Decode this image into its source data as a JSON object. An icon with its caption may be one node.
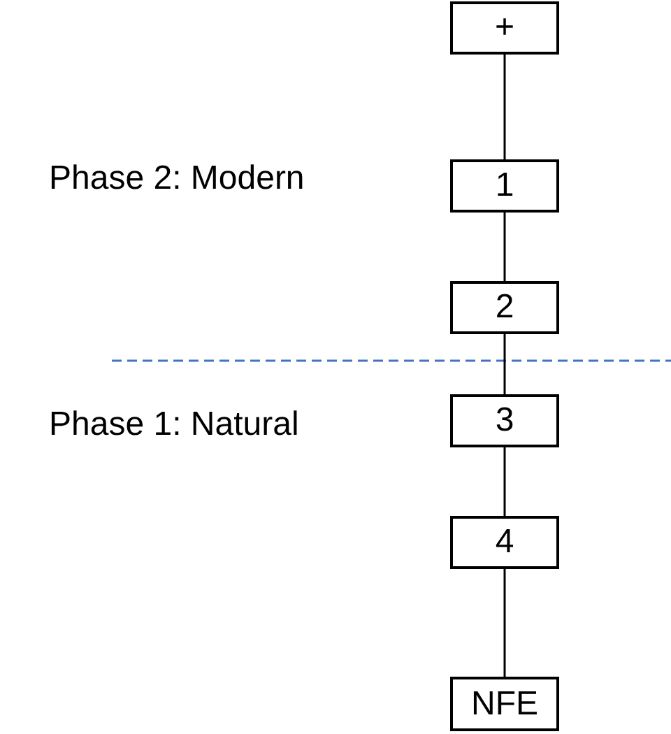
{
  "diagram": {
    "nodes": [
      {
        "text": [
          "+"
        ]
      },
      {
        "text": [
          "1"
        ]
      },
      {
        "text": [
          "2"
        ]
      },
      {
        "text": [
          "3"
        ]
      },
      {
        "text": [
          "4"
        ]
      },
      {
        "text": [
          "NFE"
        ]
      }
    ],
    "edges": [
      {
        "from": 0,
        "to": 1,
        "arrow": "none"
      },
      {
        "from": 1,
        "to": 2,
        "arrow": "none"
      },
      {
        "from": 2,
        "to": 3,
        "arrow": "none"
      },
      {
        "from": 3,
        "to": 4,
        "arrow": "none"
      },
      {
        "from": 4,
        "to": 5,
        "arrow": "none"
      }
    ],
    "labels": [
      "Phase 2: Modern",
      "Phase 1: Natural"
    ]
  }
}
